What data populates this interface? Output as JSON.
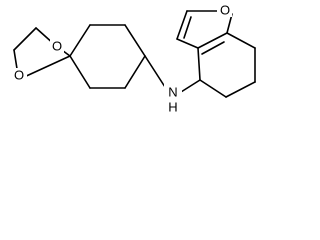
{
  "structure": {
    "atoms": {
      "o_ketal_top": "O",
      "o_ketal_bottom": "O",
      "n_amine": "N",
      "h_amine": "H",
      "o_furan": "O"
    },
    "colors": {
      "bond": "#000000",
      "label": "#000000",
      "background": "#ffffff"
    }
  }
}
